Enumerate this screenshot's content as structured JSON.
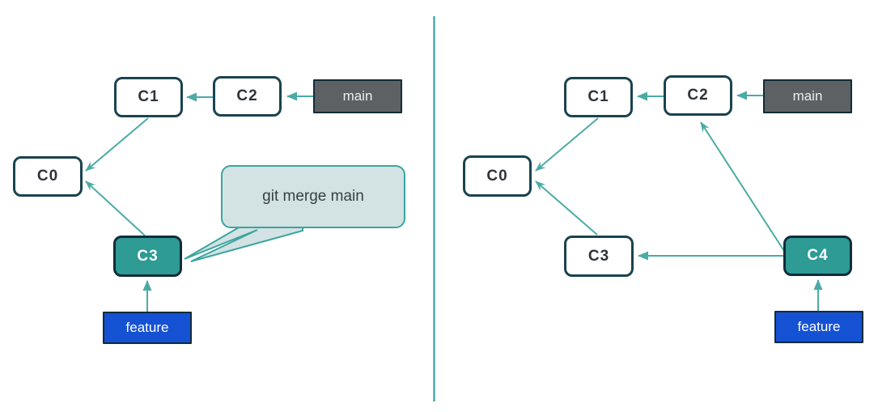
{
  "colors": {
    "accent_teal": "#4aaba5",
    "node_border_dark": "#1a4350",
    "commit_fill": "#ffffff",
    "highlight_commit_fill": "#2e9b95",
    "main_branch_fill": "#5d6163",
    "feature_branch_fill": "#1551d3",
    "callout_fill": "#d3e2e3",
    "callout_border": "#3aa5a0",
    "text_dark": "#2f343a",
    "text_light": "#ffffff"
  },
  "panels": {
    "left": {
      "nodes": {
        "c0": {
          "label": "C0"
        },
        "c1": {
          "label": "C1"
        },
        "c2": {
          "label": "C2"
        },
        "c3": {
          "label": "C3"
        },
        "main": {
          "label": "main"
        },
        "feature": {
          "label": "feature"
        }
      },
      "callout": {
        "text": "git merge main"
      },
      "edges": [
        {
          "from": "C2",
          "to": "C1"
        },
        {
          "from": "main",
          "to": "C2"
        },
        {
          "from": "C1",
          "to": "C0"
        },
        {
          "from": "C3",
          "to": "C0"
        },
        {
          "from": "feature",
          "to": "C3"
        }
      ]
    },
    "right": {
      "nodes": {
        "c0": {
          "label": "C0"
        },
        "c1": {
          "label": "C1"
        },
        "c2": {
          "label": "C2"
        },
        "c3": {
          "label": "C3"
        },
        "c4": {
          "label": "C4"
        },
        "main": {
          "label": "main"
        },
        "feature": {
          "label": "feature"
        }
      },
      "edges": [
        {
          "from": "C2",
          "to": "C1"
        },
        {
          "from": "main",
          "to": "C2"
        },
        {
          "from": "C1",
          "to": "C0"
        },
        {
          "from": "C3",
          "to": "C0"
        },
        {
          "from": "C4",
          "to": "C3"
        },
        {
          "from": "C4",
          "to": "C2"
        },
        {
          "from": "feature",
          "to": "C4"
        }
      ]
    }
  }
}
